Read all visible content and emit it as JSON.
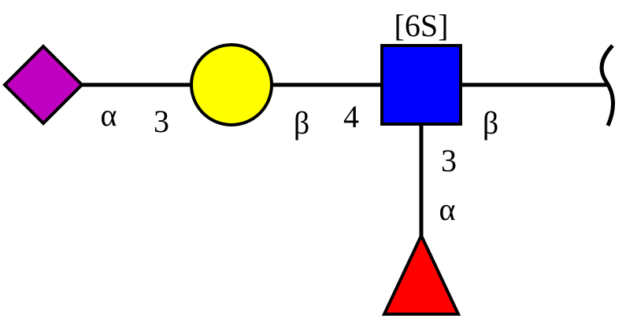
{
  "glycan": {
    "modification": "[6S]",
    "residues": [
      {
        "id": "neu5ac",
        "shape": "diamond",
        "color": "#c000c0"
      },
      {
        "id": "gal",
        "shape": "circle",
        "color": "#ffff00"
      },
      {
        "id": "glcnac",
        "shape": "square",
        "color": "#0000ff"
      },
      {
        "id": "fuc",
        "shape": "triangle",
        "color": "#ff0000"
      }
    ],
    "linkages": [
      {
        "from": "neu5ac",
        "to": "gal",
        "anomer": "α",
        "position": "3"
      },
      {
        "from": "gal",
        "to": "glcnac",
        "anomer": "β",
        "position": "4"
      },
      {
        "from": "fuc",
        "to": "glcnac",
        "anomer": "α",
        "position": "3"
      },
      {
        "from": "glcnac",
        "to": "reducing-end",
        "anomer": "β",
        "position": ""
      }
    ],
    "line_color": "#000000"
  }
}
